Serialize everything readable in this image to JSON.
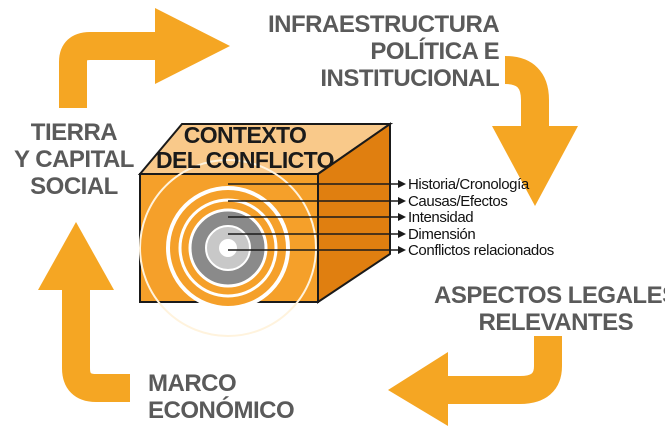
{
  "diagram": {
    "top_label": [
      "INFRAESTRUCTURA",
      "POLÍTICA E",
      "INSTITUCIONAL"
    ],
    "left_label": [
      "TIERRA",
      "Y CAPITAL",
      "SOCIAL"
    ],
    "right_label": [
      "ASPECTOS LEGALES",
      "RELEVANTES"
    ],
    "bottom_label": [
      "MARCO",
      "ECONÓMICO"
    ],
    "box_title": [
      "CONTEXTO",
      "DEL CONFLICTO"
    ],
    "layers": [
      "Historia/Cronología",
      "Causas/Efectos",
      "Intensidad",
      "Dimensión",
      "Conflictos relacionados"
    ]
  },
  "colors": {
    "arrow": "#f5a623",
    "cube_front": "#f5a02a",
    "cube_top": "#f9c98a",
    "cube_side": "#e07f10",
    "label_text": "#5a5a5a",
    "ring_dark": "#8a8a8a",
    "ring_light": "#c8c8c8"
  }
}
